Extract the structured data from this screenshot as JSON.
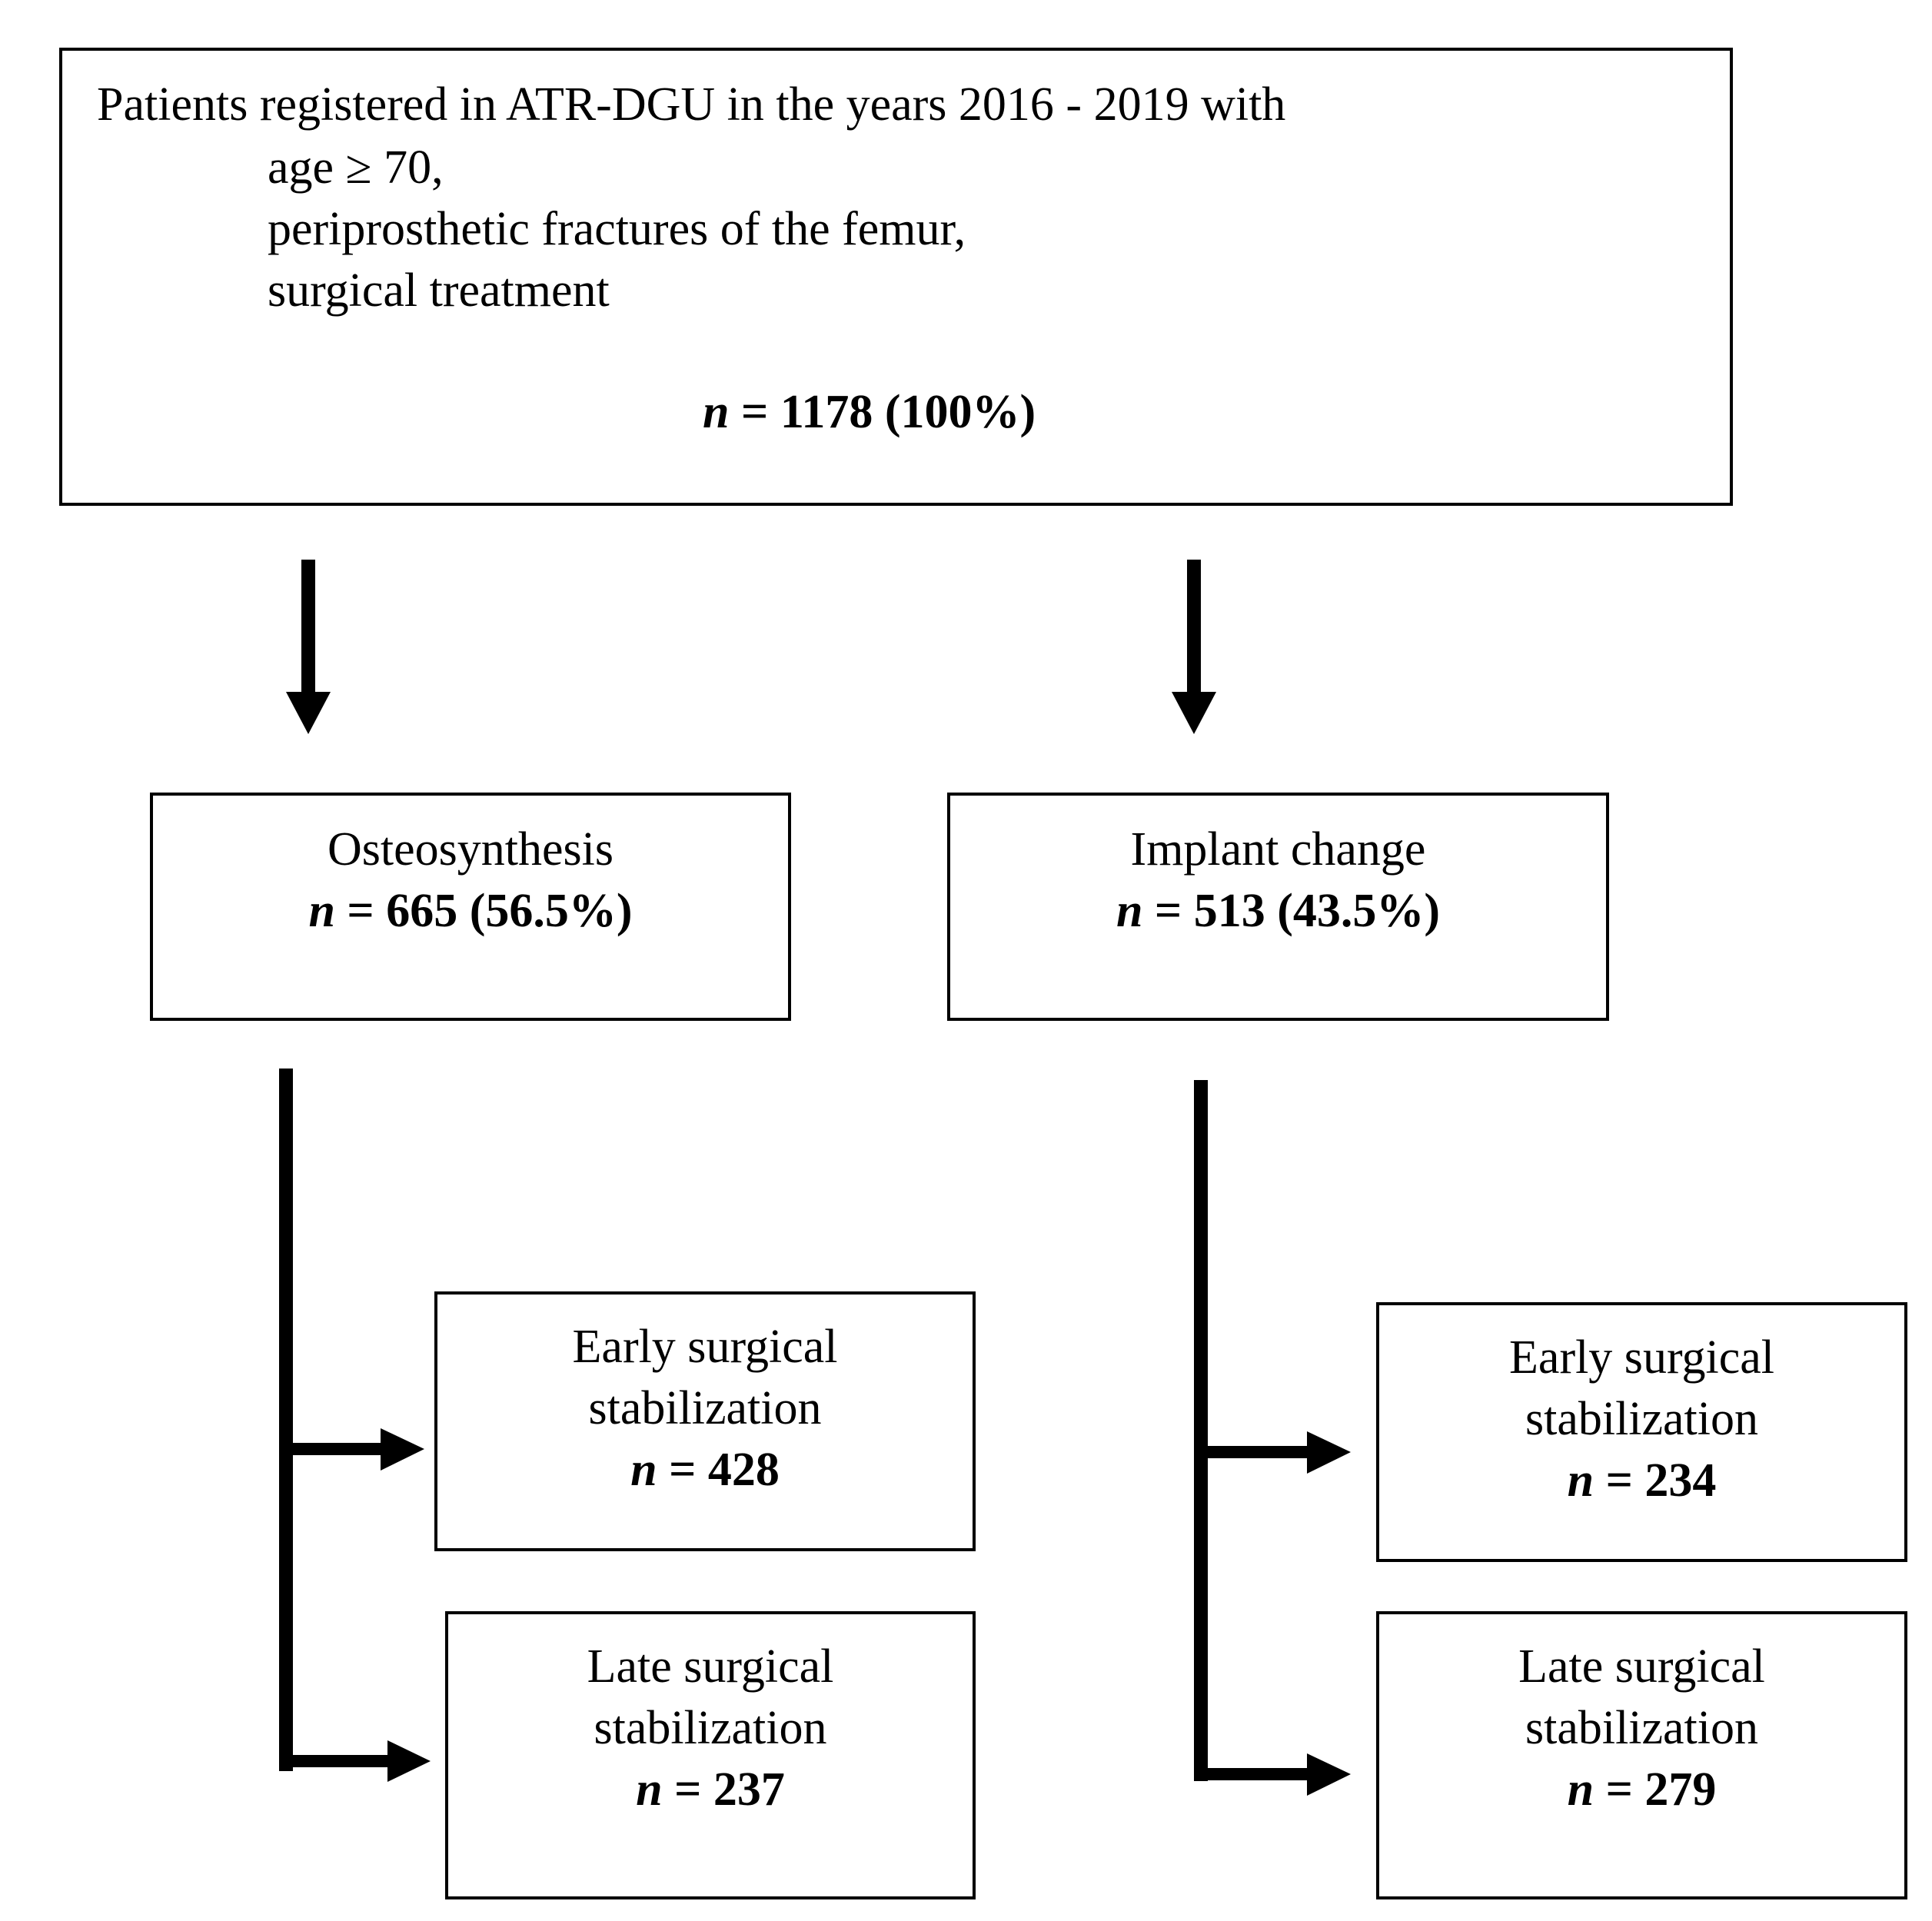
{
  "top_box": {
    "intro": "Patients registered in ATR-DGU in the years 2016 - 2019 with",
    "criteria": [
      "age ≥ 70,",
      "periprosthetic fractures of the femur,",
      "surgical treatment"
    ],
    "n_label": "n",
    "n_value": " = 1178 (100%)"
  },
  "left_branch": {
    "title": "Osteosynthesis",
    "n_label": "n",
    "n_value": " = 665 (56.5%)",
    "early": {
      "line1": "Early surgical",
      "line2": "stabilization",
      "n_label": "n",
      "n_value": " = 428"
    },
    "late": {
      "line1": "Late surgical",
      "line2": "stabilization",
      "n_label": "n",
      "n_value": " = 237"
    }
  },
  "right_branch": {
    "title": "Implant change",
    "n_label": "n",
    "n_value": " = 513 (43.5%)",
    "early": {
      "line1": "Early surgical",
      "line2": "stabilization",
      "n_label": "n",
      "n_value": " = 234"
    },
    "late": {
      "line1": "Late surgical",
      "line2": "stabilization",
      "n_label": "n",
      "n_value": " = 279"
    }
  },
  "colors": {
    "stroke": "#000000",
    "background": "#ffffff"
  }
}
